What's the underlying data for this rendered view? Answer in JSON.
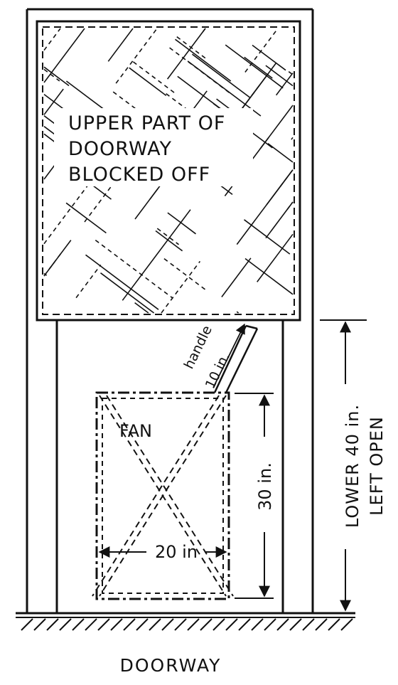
{
  "diagram": {
    "blocked_label": [
      "UPPER PART OF",
      "DOORWAY",
      "BLOCKED OFF"
    ],
    "fan_label": "FAN",
    "handle_label": "handle",
    "handle_length": "10 in.",
    "fan_height": "30 in.",
    "fan_width": "20 in",
    "opening_label": [
      "LOWER 40 in.",
      "LEFT OPEN"
    ],
    "caption": "DOORWAY"
  },
  "colors": {
    "ink": "#111111",
    "paper": "#ffffff"
  }
}
